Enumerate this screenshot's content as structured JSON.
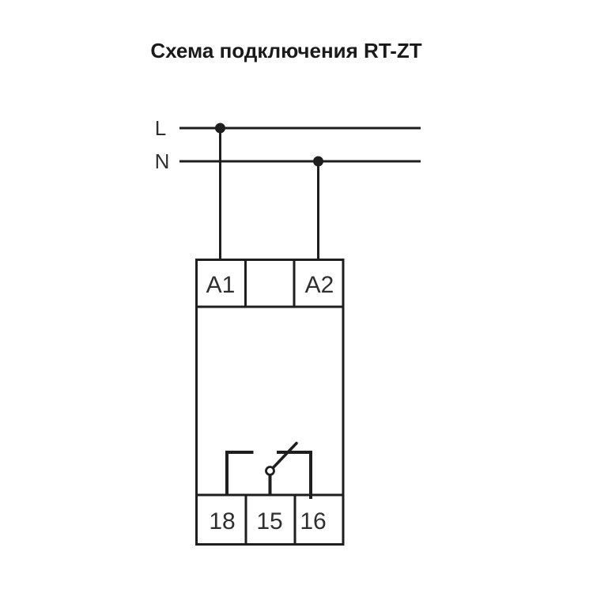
{
  "title": "Схема подключения RT-ZT",
  "colors": {
    "background": "#ffffff",
    "line": "#1e1e1e",
    "label_text": "#2f2f2f",
    "title_text": "#1a1a1a"
  },
  "rails": {
    "l_label": "L",
    "n_label": "N"
  },
  "device": {
    "top_terminals": {
      "a1": "A1",
      "middle": "",
      "a2": "A2"
    },
    "bottom_terminals": {
      "t18": "18",
      "t15": "15",
      "t16": "16"
    }
  },
  "icons": {
    "l_junction": "junction-dot",
    "n_junction": "junction-dot",
    "relay_contact": "changeover-switch-symbol"
  }
}
